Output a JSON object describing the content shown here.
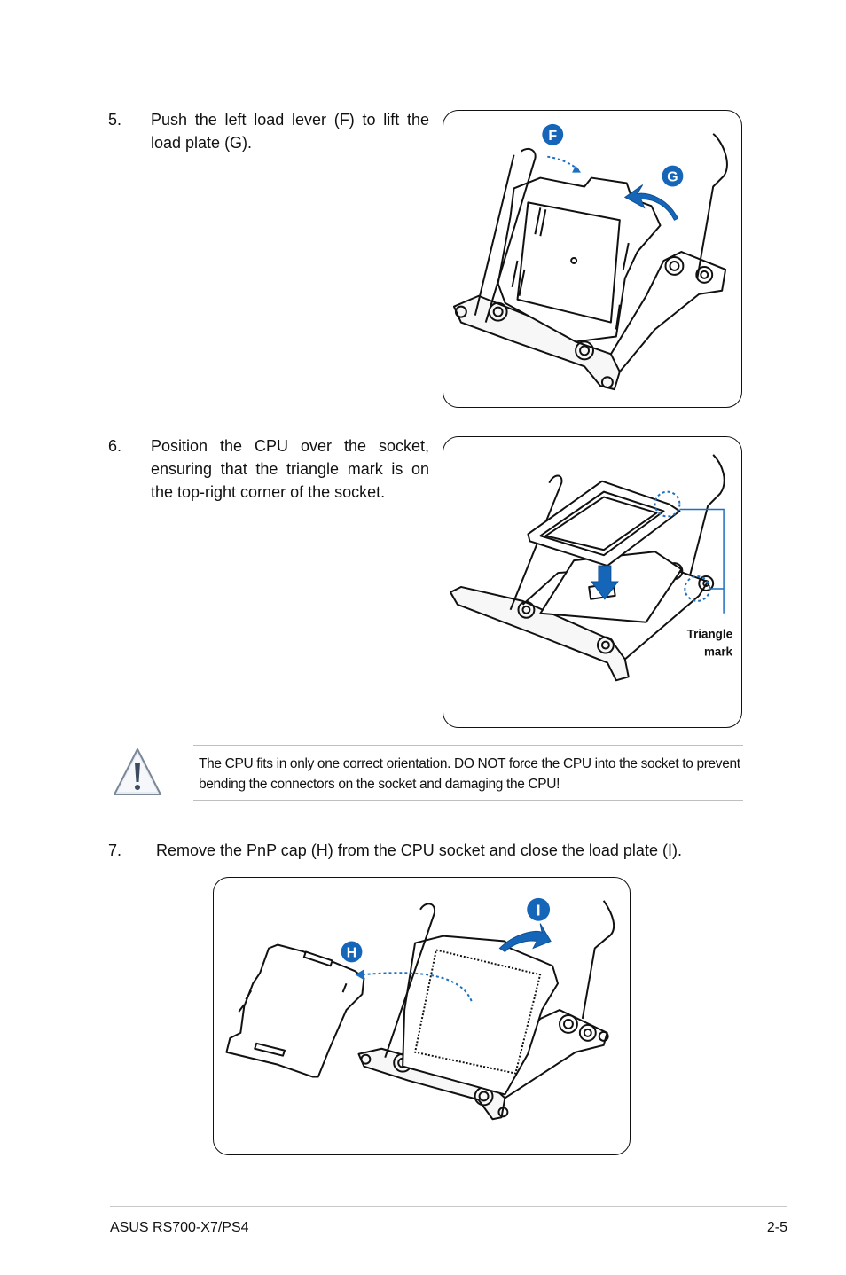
{
  "steps": [
    {
      "number": "5.",
      "text": "Push the left load lever (F) to lift the load plate (G)."
    },
    {
      "number": "6.",
      "text": "Position the CPU over the socket, ensuring that the triangle mark is on the top-right corner of the socket."
    },
    {
      "number": "7.",
      "text": "Remove the PnP cap (H) from the CPU socket and close the load plate (I)."
    }
  ],
  "figures": {
    "fig1": {
      "badges": [
        "F",
        "G"
      ]
    },
    "fig2": {
      "label_line1": "Triangle",
      "label_line2": "mark"
    },
    "fig3": {
      "badges": [
        "H",
        "I"
      ]
    }
  },
  "caution": {
    "icon": "warning-triangle-icon",
    "text": "The CPU fits in only one correct orientation. DO NOT force the CPU into the socket to prevent bending the connectors on the socket and damaging the CPU!"
  },
  "footer": {
    "left": "ASUS RS700-X7/PS4",
    "right": "2-5"
  },
  "colors": {
    "badge": "#1565b8",
    "arrow": "#1e6fbf",
    "line": "#111111"
  }
}
